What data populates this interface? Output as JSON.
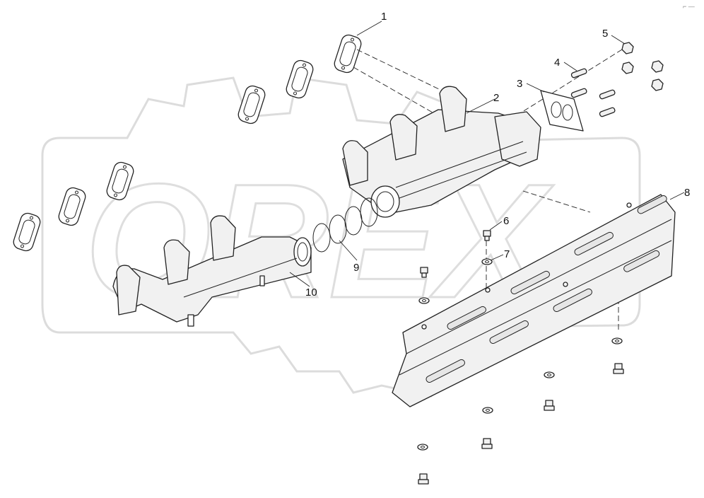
{
  "diagram": {
    "watermark": "OREX",
    "callouts": [
      {
        "id": "1",
        "label": "1"
      },
      {
        "id": "2",
        "label": "2"
      },
      {
        "id": "3",
        "label": "3"
      },
      {
        "id": "4",
        "label": "4"
      },
      {
        "id": "5",
        "label": "5"
      },
      {
        "id": "6",
        "label": "6"
      },
      {
        "id": "7",
        "label": "7"
      },
      {
        "id": "8",
        "label": "8"
      },
      {
        "id": "9",
        "label": "9"
      },
      {
        "id": "10",
        "label": "10"
      }
    ],
    "corner_mark": "⌐ —"
  }
}
